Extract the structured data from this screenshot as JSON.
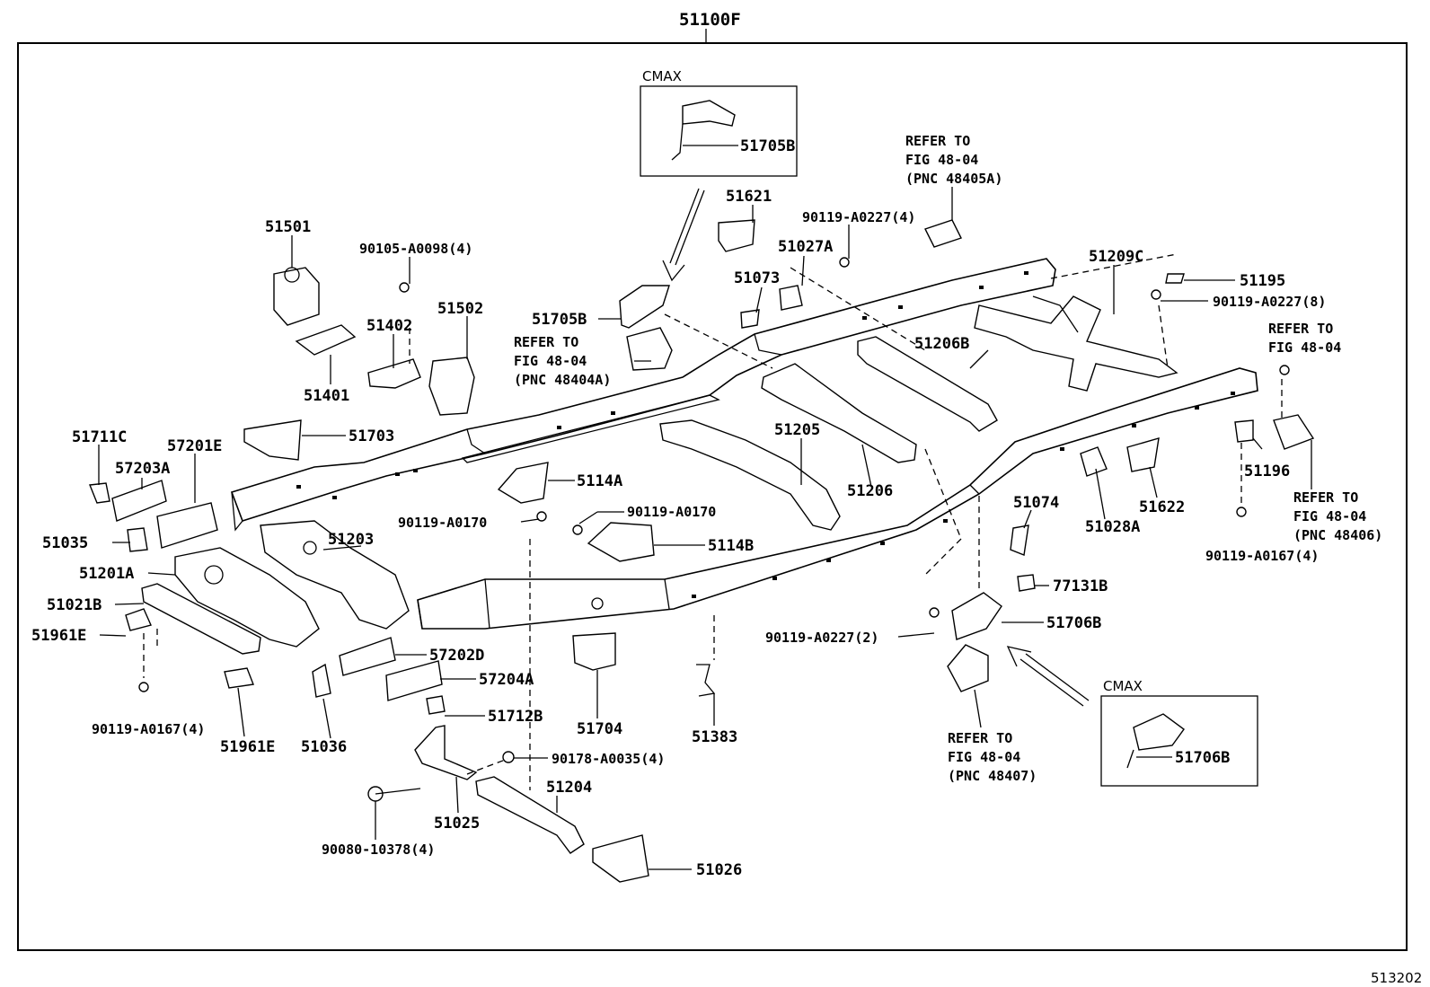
{
  "assembly_label": "51100F",
  "figure_code": "513202",
  "cmax_label": "CMAX",
  "refs": {
    "ref_48405a": [
      "REFER TO",
      "FIG 48-04",
      "(PNC 48405A)"
    ],
    "ref_48404a": [
      "REFER TO",
      "FIG 48-04",
      "(PNC 48404A)"
    ],
    "ref_fig": [
      "REFER TO",
      "FIG 48-04"
    ],
    "ref_48406": [
      "REFER TO",
      "FIG 48-04",
      "(PNC 48406)"
    ],
    "ref_48407": [
      "REFER TO",
      "FIG 48-04",
      "(PNC 48407)"
    ]
  },
  "parts": {
    "p51705b_cmax": "51705B",
    "p51705b": "51705B",
    "p51501": "51501",
    "p90105": "90105-A0098(4)",
    "p51402": "51402",
    "p51502": "51502",
    "p51401": "51401",
    "p51621": "51621",
    "p90119_a0227_4": "90119-A0227(4)",
    "p51027a": "51027A",
    "p51073": "51073",
    "p51209c": "51209C",
    "p51195": "51195",
    "p90119_a0227_8": "90119-A0227(8)",
    "p51206b": "51206B",
    "p51711c": "51711C",
    "p57201e": "57201E",
    "p57203a": "57203A",
    "p51703": "51703",
    "p5114a": "5114A",
    "p90119_a0170_a": "90119-A0170",
    "p90119_a0170_b": "90119-A0170",
    "p5114b": "5114B",
    "p51205": "51205",
    "p51206": "51206",
    "p51035": "51035",
    "p51203": "51203",
    "p51201a": "51201A",
    "p51021b": "51021B",
    "p51961e_a": "51961E",
    "p51961e_b": "51961E",
    "p57202d": "57202D",
    "p57204a": "57204A",
    "p51712b": "51712B",
    "p90119_a0167_4_a": "90119-A0167(4)",
    "p51036": "51036",
    "p51704": "51704",
    "p51383": "51383",
    "p90178": "90178-A0035(4)",
    "p51204": "51204",
    "p51025": "51025",
    "p90080": "90080-10378(4)",
    "p51026": "51026",
    "p51074": "51074",
    "p51028a": "51028A",
    "p51622": "51622",
    "p51196": "51196",
    "p90119_a0167_4_b": "90119-A0167(4)",
    "p77131b": "77131B",
    "p51706b": "51706B",
    "p90119_a0227_2": "90119-A0227(2)",
    "p51706b_cmax": "51706B"
  }
}
